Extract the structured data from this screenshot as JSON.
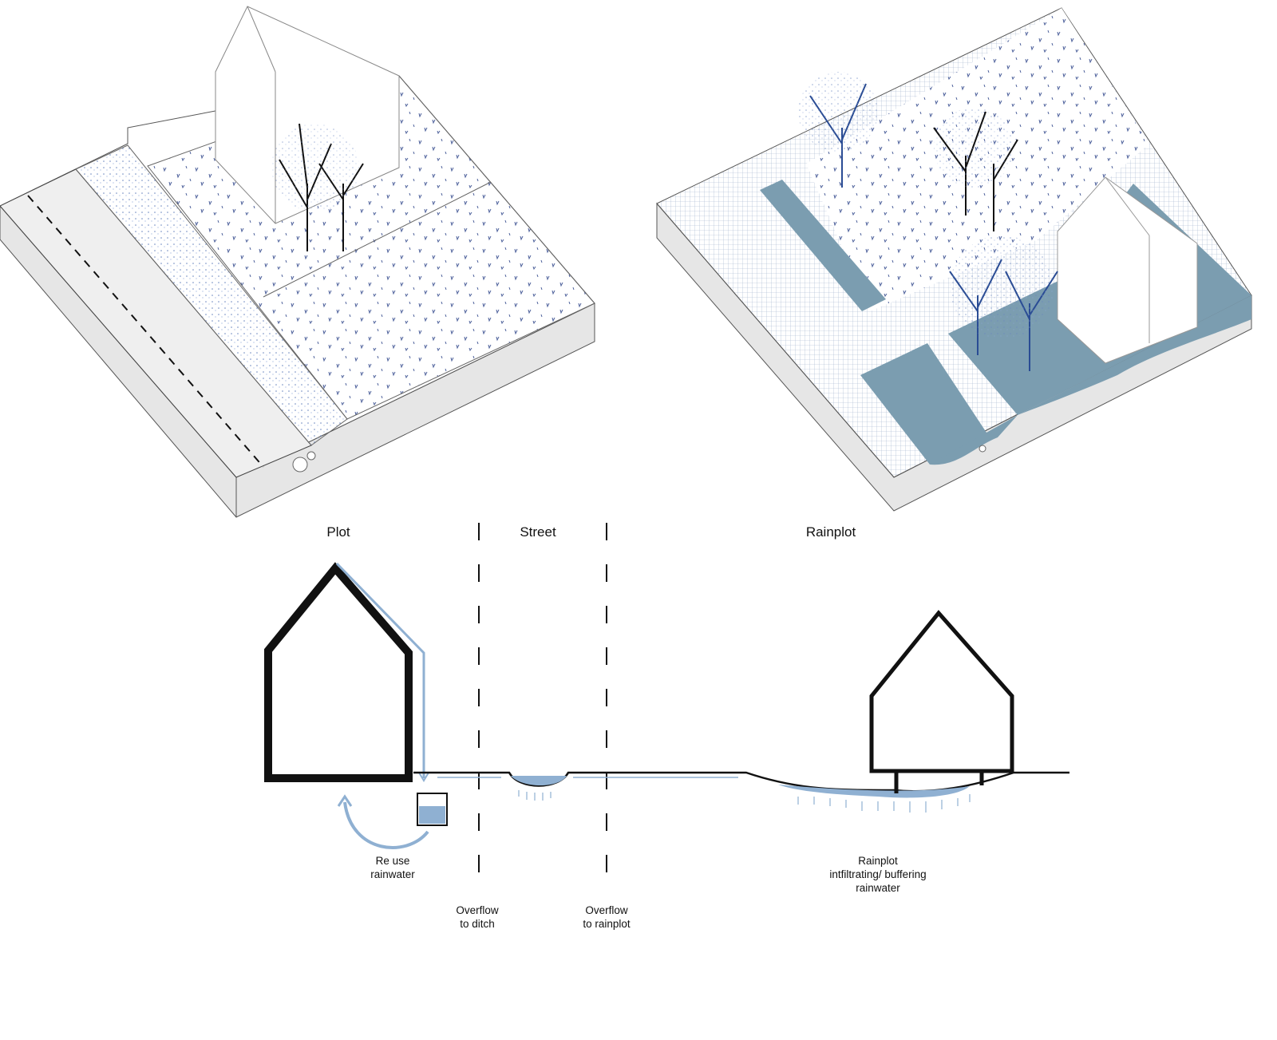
{
  "colors": {
    "water": "#7b9db0",
    "light_blue": "#8fb0d2",
    "tree_blue": "#2a4c94",
    "side": "#e6e6e6"
  },
  "section": {
    "zones": [
      {
        "label": "Plot"
      },
      {
        "label": "Street"
      },
      {
        "label": "Rainplot"
      }
    ],
    "annotations": {
      "reuse": [
        "Re use",
        "rainwater"
      ],
      "overflow_ditch": [
        "Overflow",
        "to ditch"
      ],
      "overflow_rainplot": [
        "Overflow",
        "to rainplot"
      ],
      "rainplot": [
        "Rainplot",
        "intfiltrating/ buffering",
        "rainwater"
      ]
    }
  }
}
